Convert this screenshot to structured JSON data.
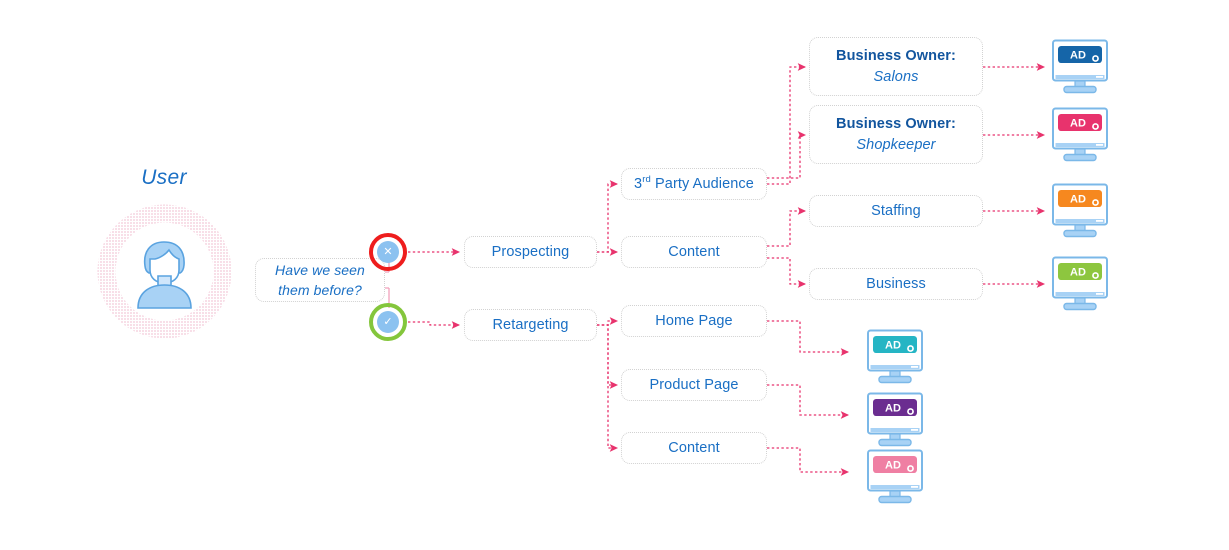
{
  "diagram": {
    "title_label": "User",
    "question_box": {
      "line1": "Have we seen",
      "line2": "them before?"
    },
    "decisions": [
      {
        "name": "no",
        "glyph": "✕",
        "ring_color": "#ee1d1d"
      },
      {
        "name": "yes",
        "glyph": "✓",
        "ring_color": "#84c63c"
      }
    ],
    "stage1": [
      {
        "label": "Prospecting"
      },
      {
        "label": "Retargeting"
      }
    ],
    "stage2": [
      {
        "label_pre": "3",
        "label_sup": "rd",
        "label_post": " Party Audience"
      },
      {
        "label": "Content"
      },
      {
        "label": "Home Page"
      },
      {
        "label": "Product Page"
      },
      {
        "label": "Content"
      }
    ],
    "stage3": [
      {
        "l1": "Business Owner:",
        "l2": "Salons"
      },
      {
        "l1": "Business Owner:",
        "l2": "Shopkeeper"
      },
      {
        "l1": "Staffing"
      },
      {
        "l1": "Business"
      }
    ],
    "ads": [
      {
        "label": "AD",
        "color": "#1565a8"
      },
      {
        "label": "AD",
        "color": "#e8336d"
      },
      {
        "label": "AD",
        "color": "#f6881f"
      },
      {
        "label": "AD",
        "color": "#8dc63f"
      },
      {
        "label": "AD",
        "color": "#25b5c4"
      },
      {
        "label": "AD",
        "color": "#6b2d90"
      },
      {
        "label": "AD",
        "color": "#ef7fa3"
      }
    ],
    "colors": {
      "text_blue": "#1a6fc4",
      "text_blue_dark": "#12559e",
      "connector_pink": "#e8336d",
      "connector_pink_light": "#f2a0bb",
      "box_border": "#d2d2d2",
      "avatar_blue": "#a8d2f5",
      "avatar_stroke": "#5aa3e0",
      "ring_pink": "#f3c5d5",
      "monitor_blue": "#7bb8e8"
    }
  }
}
